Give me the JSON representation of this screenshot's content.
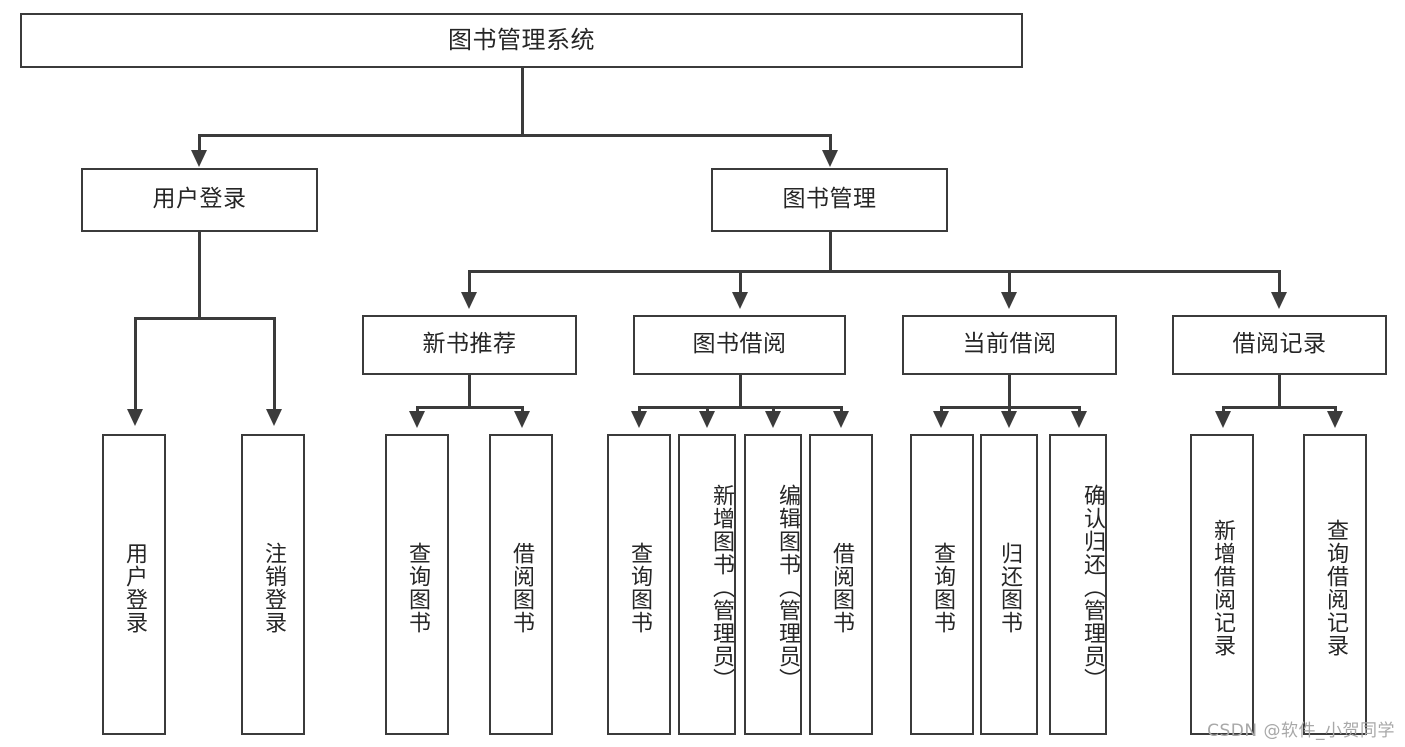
{
  "diagram": {
    "title": "图书管理系统",
    "watermark": "CSDN @软件_小贺同学",
    "accent_color": "#3b3b3b",
    "text_color": "#262626",
    "background_color": "#ffffff",
    "levels": {
      "root": {
        "label": "图书管理系统"
      },
      "level2": [
        {
          "label": "用户登录"
        },
        {
          "label": "图书管理"
        }
      ],
      "level3": [
        {
          "label": "新书推荐"
        },
        {
          "label": "图书借阅"
        },
        {
          "label": "当前借阅"
        },
        {
          "label": "借阅记录"
        }
      ],
      "leaves": {
        "user_login": [
          {
            "label": "用户登录"
          },
          {
            "label": "注销登录"
          }
        ],
        "new_book": [
          {
            "label": "查询图书"
          },
          {
            "label": "借阅图书"
          }
        ],
        "book_borrow": [
          {
            "label": "查询图书"
          },
          {
            "label": "新增图书（管理员）"
          },
          {
            "label": "编辑图书（管理员）"
          },
          {
            "label": "借阅图书"
          }
        ],
        "current_borrow": [
          {
            "label": "查询图书"
          },
          {
            "label": "归还图书"
          },
          {
            "label": "确认归还（管理员）"
          }
        ],
        "borrow_record": [
          {
            "label": "新增借阅记录"
          },
          {
            "label": "查询借阅记录"
          }
        ]
      }
    }
  }
}
